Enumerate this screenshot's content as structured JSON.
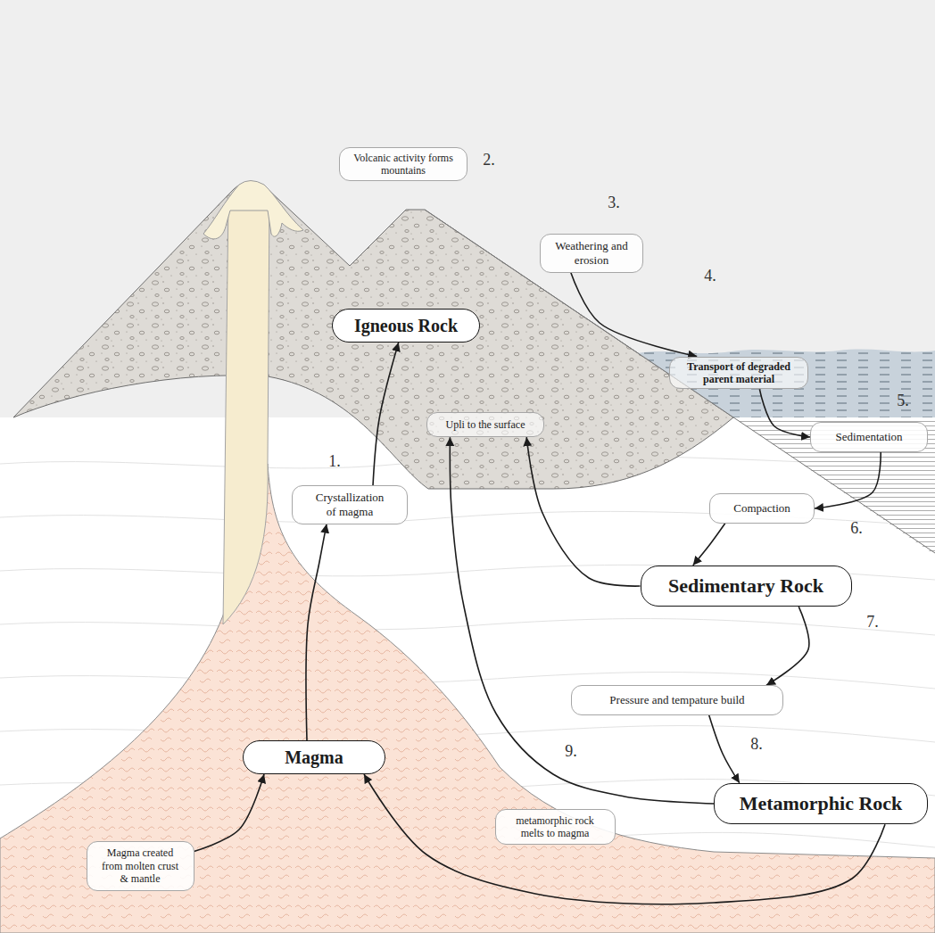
{
  "diagram": {
    "nodes": [
      {
        "text": [
          "Volcanic activity forms mountains"
        ]
      },
      {
        "text": [
          "Weathering and erosion"
        ]
      },
      {
        "text": [
          "Igneous Rock"
        ]
      },
      {
        "text": [
          "Transport of degraded parent material"
        ]
      },
      {
        "text": [
          "Upli to the surface"
        ]
      },
      {
        "text": [
          "Sedimentation"
        ]
      },
      {
        "text": [
          "Crystallization of magma"
        ]
      },
      {
        "text": [
          "Compaction"
        ]
      },
      {
        "text": [
          "Sedimentary Rock"
        ]
      },
      {
        "text": [
          "Pressure and tempature build"
        ]
      },
      {
        "text": [
          "Magma"
        ]
      },
      {
        "text": [
          "Metamorphic Rock"
        ]
      },
      {
        "text": [
          "metamorphic rock melts to magma"
        ]
      },
      {
        "text": [
          "Magma created from molten crust & mantle"
        ]
      }
    ],
    "edges": [
      {
        "from": 6,
        "to": 2,
        "arrow": "to"
      },
      {
        "from": 10,
        "to": 6,
        "arrow": "to"
      },
      {
        "from": 1,
        "to": 3,
        "arrow": "to"
      },
      {
        "from": 3,
        "to": 5,
        "arrow": "to"
      },
      {
        "from": 5,
        "to": 7,
        "arrow": "to"
      },
      {
        "from": 7,
        "to": 8,
        "arrow": "to"
      },
      {
        "from": 8,
        "to": 4,
        "arrow": "to"
      },
      {
        "from": 8,
        "to": 9,
        "arrow": "to"
      },
      {
        "from": 9,
        "to": 11,
        "arrow": "to"
      },
      {
        "from": 11,
        "to": 4,
        "arrow": "to"
      },
      {
        "from": 11,
        "to": 10,
        "arrow": "to"
      },
      {
        "from": 13,
        "to": 10,
        "arrow": "to"
      }
    ],
    "labels": [
      "1.",
      "2.",
      "3.",
      "4.",
      "5.",
      "6.",
      "7.",
      "8.",
      "9."
    ]
  }
}
